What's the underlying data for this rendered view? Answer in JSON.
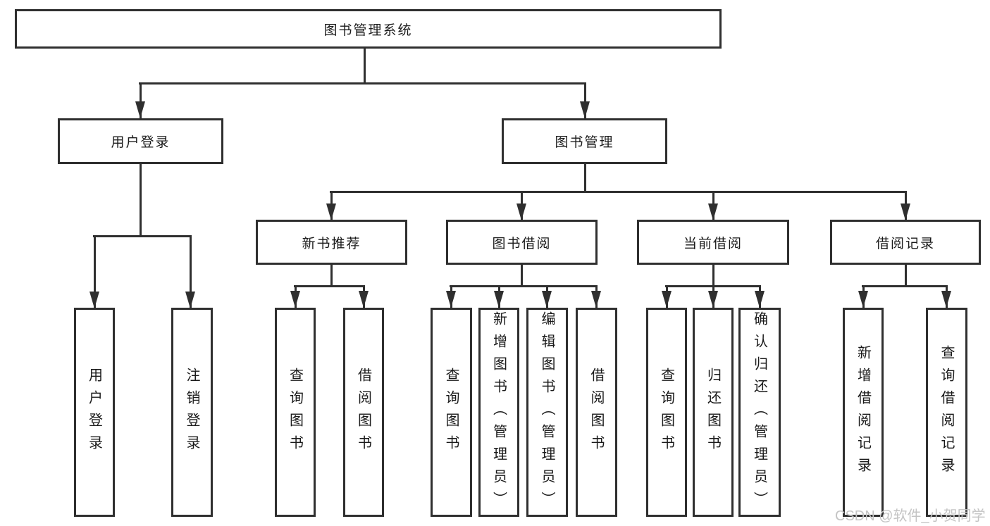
{
  "diagram": {
    "root": {
      "label": "图书管理系统"
    },
    "level2": [
      {
        "label": "用户登录",
        "children": [
          {
            "label": "用户登录"
          },
          {
            "label": "注销登录"
          }
        ]
      },
      {
        "label": "图书管理",
        "groups": [
          {
            "label": "新书推荐",
            "children": [
              {
                "label": "查询图书"
              },
              {
                "label": "借阅图书"
              }
            ]
          },
          {
            "label": "图书借阅",
            "children": [
              {
                "label": "查询图书"
              },
              {
                "label": "新增图书（管理员）"
              },
              {
                "label": "编辑图书（管理员）"
              },
              {
                "label": "借阅图书"
              }
            ]
          },
          {
            "label": "当前借阅",
            "children": [
              {
                "label": "查询图书"
              },
              {
                "label": "归还图书"
              },
              {
                "label": "确认归还（管理员）"
              }
            ]
          },
          {
            "label": "借阅记录",
            "children": [
              {
                "label": "新增借阅记录"
              },
              {
                "label": "查询借阅记录"
              }
            ]
          }
        ]
      }
    ]
  },
  "watermark": {
    "text": "CSDN @软件_小贺同学"
  },
  "colors": {
    "line": "#2f2f2f",
    "text": "#1a1a1a",
    "watermark": "#c4c4c4",
    "background": "#ffffff"
  }
}
